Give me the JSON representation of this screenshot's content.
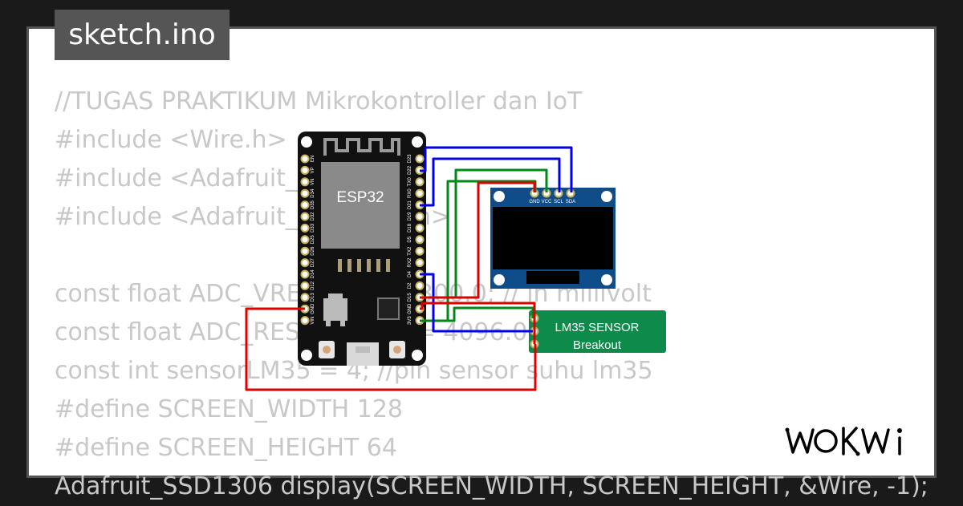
{
  "file_tab": {
    "label": "sketch.ino"
  },
  "code_lines": [
    "//TUGAS PRAKTIKUM Mikrokontroller dan IoT",
    "#include <Wire.h>",
    "#include <Adafruit_GFX.h>",
    "#include <Adafruit_SSD1306.h>",
    "",
    "const float ADC_VREF_mV = 3300.0; // in millivolt",
    "const float ADC_RESOLUTION = 4096.0;",
    "const int sensorLM35 = 4; //pin sensor suhu lm35",
    "#define SCREEN_WIDTH 128",
    "#define SCREEN_HEIGHT 64",
    "Adafruit_SSD1306 display(SCREEN_WIDTH, SCREEN_HEIGHT, &Wire, -1);"
  ],
  "esp32": {
    "label": "ESP32",
    "left_pins": [
      "EN",
      "VP",
      "VN",
      "D34",
      "D35",
      "D32",
      "D33",
      "D25",
      "D26",
      "D27",
      "D14",
      "D12",
      "D13",
      "GND",
      "VIN"
    ],
    "right_pins": [
      "D23",
      "D22",
      "TX0",
      "RX0",
      "D21",
      "D19",
      "D18",
      "D5",
      "TX2",
      "RX2",
      "D4",
      "D2",
      "D15",
      "GND",
      "3V3"
    ]
  },
  "oled": {
    "pins": [
      "GND",
      "VCC",
      "SCL",
      "SDA"
    ]
  },
  "lm35": {
    "line1": "LM35 SENSOR",
    "line2": "Breakout"
  },
  "brand": {
    "logo_text": "WOKWI"
  },
  "colors": {
    "wire_blue": "#0000ee",
    "wire_green": "#00881a",
    "wire_red": "#dd0000",
    "lm35_board": "#0e8a4a",
    "oled_board": "#0f4c8a",
    "esp32_board": "#111111"
  }
}
